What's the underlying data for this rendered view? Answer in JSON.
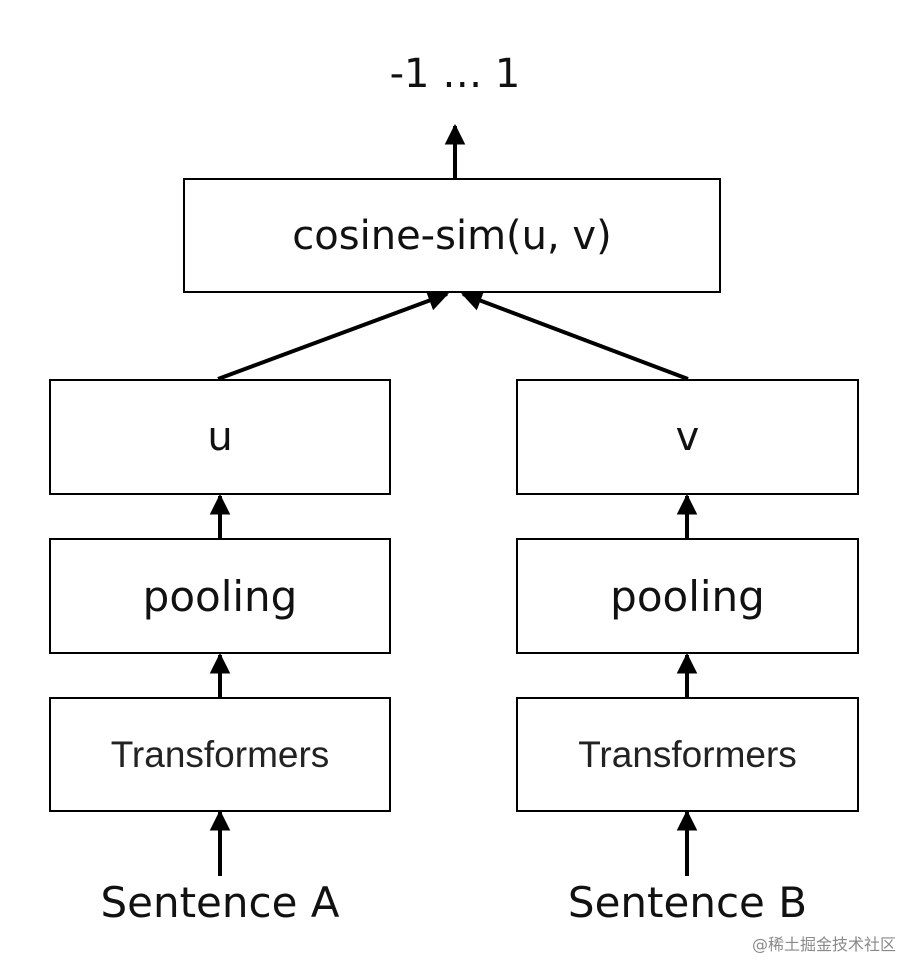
{
  "output_range": "-1 … 1",
  "similarity_node": {
    "label": "cosine-sim(u, v)"
  },
  "branch_a": {
    "embedding_label": "u",
    "pooling_label": "pooling",
    "encoder_label": "Transformers",
    "input_label": "Sentence A"
  },
  "branch_b": {
    "embedding_label": "v",
    "pooling_label": "pooling",
    "encoder_label": "Transformers",
    "input_label": "Sentence B"
  },
  "watermark": "@稀土掘金技术社区",
  "colors": {
    "stroke": "#000000",
    "text": "#111111",
    "watermark": "#8a8a8a",
    "background": "#ffffff"
  }
}
